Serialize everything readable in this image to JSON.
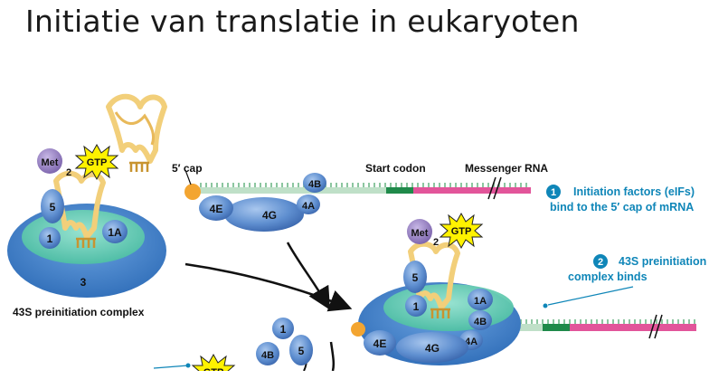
{
  "title": "Initiatie van translatie in eukaryoten",
  "labels": {
    "cap": "5′ cap",
    "start_codon": "Start codon",
    "mrna": "Messenger RNA",
    "complex": "43S preinitiation complex",
    "met": "Met",
    "gtp": "GTP"
  },
  "steps": [
    {
      "number": "1",
      "line1": "Initiation factors (eIFs)",
      "line2": "bind to the 5′ cap of mRNA"
    },
    {
      "number": "2",
      "line1": "43S preinitiation",
      "line2": "complex binds"
    }
  ],
  "factors": {
    "f1": "1",
    "f1A": "1A",
    "f2": "2",
    "f3": "3",
    "f5": "5",
    "f4A": "4A",
    "f4B": "4B",
    "f4E": "4E",
    "f4G": "4G"
  },
  "colors": {
    "factor_blue": "#5f8fd0",
    "ribosome_blue": "#3f7fc8",
    "ribosome_green": "#6fd0b8",
    "trna_yellow": "#f2cf7a",
    "mrna_green": "#bfe0c8",
    "mrna_pink": "#e2559a",
    "start_codon_green": "#1f8a4a",
    "step_blue": "#0f86b8",
    "met_purple": "#8b74b8",
    "gtp_yellow": "#fff200",
    "cap_orange": "#f3a531"
  }
}
